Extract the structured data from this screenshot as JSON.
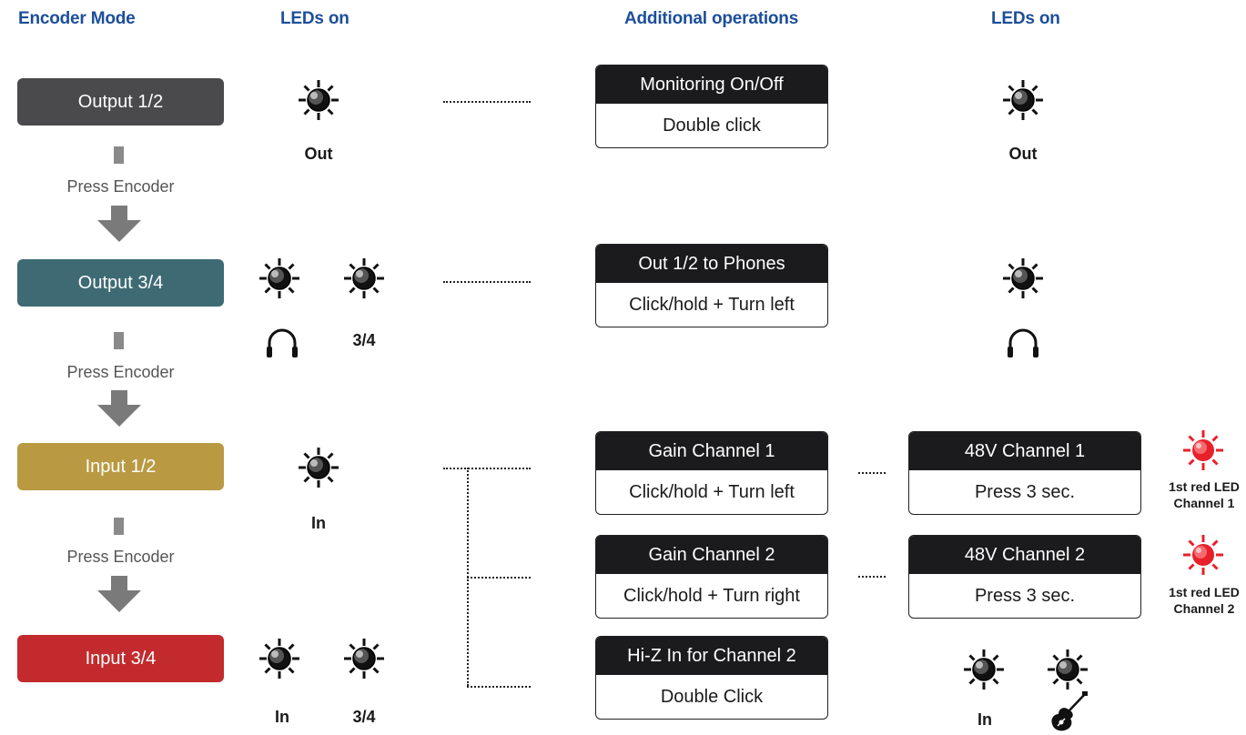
{
  "headers": {
    "encoder_mode": "Encoder Mode",
    "leds_on_left": "LEDs on",
    "additional_operations": "Additional operations",
    "leds_on_right": "LEDs on"
  },
  "modes": [
    {
      "label": "Output 1/2",
      "color": "#4a4a4c"
    },
    {
      "label": "Output 3/4",
      "color": "#3e6b73"
    },
    {
      "label": "Input 1/2",
      "color": "#b99a43"
    },
    {
      "label": "Input 3/4",
      "color": "#c22a2d"
    }
  ],
  "press_encoder": "Press Encoder",
  "left_leds": {
    "out": "Out",
    "o34": "3/4",
    "in12": "In",
    "in34_in": "In",
    "in34_34": "3/4"
  },
  "operations": [
    {
      "title": "Monitoring On/Off",
      "action": "Double click"
    },
    {
      "title": "Out 1/2 to Phones",
      "action": "Click/hold + Turn left"
    },
    {
      "title": "Gain Channel 1",
      "action": "Click/hold + Turn left"
    },
    {
      "title": "Gain Channel 2",
      "action": "Click/hold + Turn right"
    },
    {
      "title": "Hi-Z In for Channel 2",
      "action": "Double Click"
    }
  ],
  "phantom": [
    {
      "title": "48V Channel 1",
      "action": "Press 3 sec."
    },
    {
      "title": "48V Channel 2",
      "action": "Press 3 sec."
    }
  ],
  "right_leds": {
    "out": "Out",
    "in": "In"
  },
  "red_leds": [
    {
      "line1": "1st red LED",
      "line2": "Channel 1"
    },
    {
      "line1": "1st red LED",
      "line2": "Channel 2"
    }
  ],
  "colors": {
    "header_blue": "#1c4e9a",
    "led_red": "#e8202a",
    "op_title_bg": "#1b1b1d"
  },
  "icons": {
    "led": "led-knob-icon",
    "red_led": "red-led-icon",
    "headphones": "headphones-icon",
    "guitar": "guitar-icon",
    "arrow": "arrow-down-icon"
  }
}
